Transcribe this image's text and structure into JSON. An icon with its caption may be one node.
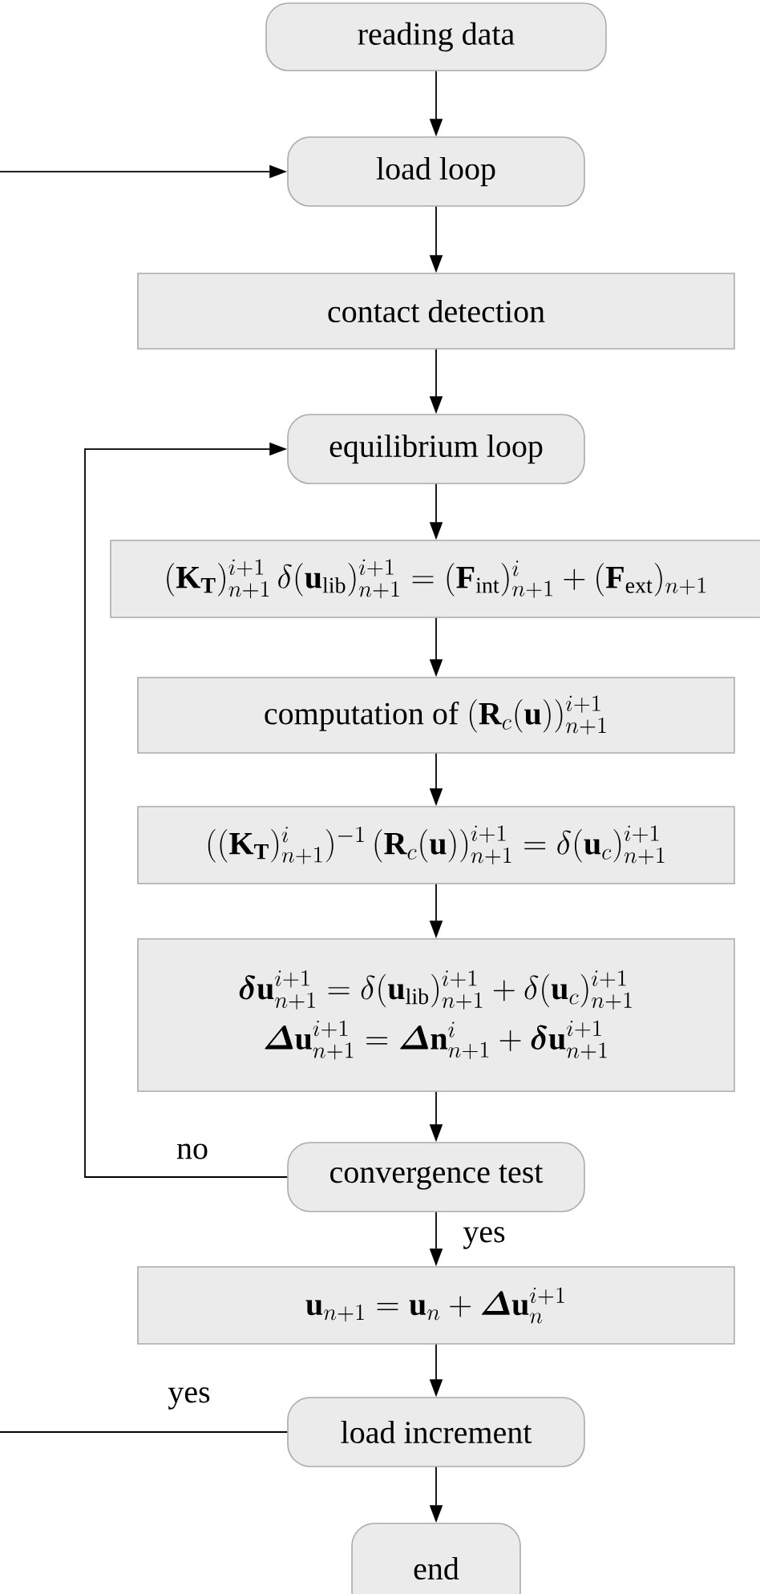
{
  "diagram": {
    "nodes": [
      {
        "text": [
          "reading data"
        ]
      },
      {
        "text": [
          "load loop"
        ]
      },
      {
        "text": [
          "contact detection"
        ]
      },
      {
        "text": [
          "equilibrium loop"
        ]
      },
      {
        "text": [
          "(\\mathbf{K}_{\\mathbf{T}})^{i+1}_{n+1}\\,\\delta(\\mathbf{u}_{\\mathrm{lib}})^{i+1}_{n+1}=(\\mathbf{F}_{\\mathrm{int}})^{i}_{n+1}+(\\mathbf{F}_{\\mathrm{ext}})_{n+1}"
        ]
      },
      {
        "text": [
          "\\mbox{computation of }(\\mathbf{R}_c(\\mathbf{u}))^{i+1}_{n+1}"
        ]
      },
      {
        "text": [
          "((\\mathbf{K}_{\\mathbf{T}})^{i}_{n+1})^{-1}\\,(\\mathbf{R}_c(\\mathbf{u}))^{i+1}_{n+1}=\\delta(\\mathbf{u}_c)^{i+1}_{n+1}"
        ]
      },
      {
        "text": [
          "\\boldsymbol{\\delta}\\mathbf{u}^{i+1}_{n+1}=\\delta(\\mathbf{u}_{\\mathrm{lib}})^{i+1}_{n+1}+\\delta(\\mathbf{u}_c)^{i+1}_{n+1}",
          "\\boldsymbol{\\varDelta}\\mathbf{u}^{i+1}_{n+1}=\\boldsymbol{\\varDelta}\\mathbf{n}^{i}_{n+1}+\\boldsymbol{\\delta}\\mathbf{u}^{i+1}_{n+1}"
        ]
      },
      {
        "text": [
          "convergence test"
        ]
      },
      {
        "text": [
          "\\mathbf{u}_{n+1}=\\mathbf{u}_n+\\boldsymbol{\\varDelta}\\mathbf{u}^{i+1}_n"
        ]
      },
      {
        "text": [
          "load increment"
        ]
      },
      {
        "text": [
          "end"
        ]
      }
    ],
    "edges": [
      {
        "from": 0,
        "to": 1,
        "arrow": "to"
      },
      {
        "from": 1,
        "to": 2,
        "arrow": "to"
      },
      {
        "from": 2,
        "to": 3,
        "arrow": "to"
      },
      {
        "from": 3,
        "to": 4,
        "arrow": "to"
      },
      {
        "from": 4,
        "to": 5,
        "arrow": "to"
      },
      {
        "from": 5,
        "to": 6,
        "arrow": "to"
      },
      {
        "from": 6,
        "to": 7,
        "arrow": "to"
      },
      {
        "from": 7,
        "to": 8,
        "arrow": "to"
      },
      {
        "from": 8,
        "to": 3,
        "arrow": "to",
        "label": "no"
      },
      {
        "from": 8,
        "to": 9,
        "arrow": "to",
        "label": "yes"
      },
      {
        "from": 9,
        "to": 10,
        "arrow": "to"
      },
      {
        "from": 10,
        "to": 11,
        "arrow": "to"
      },
      {
        "from": 10,
        "to": null,
        "arrow": "none",
        "label": "yes"
      },
      {
        "from": null,
        "to": 1,
        "arrow": "to"
      }
    ]
  }
}
